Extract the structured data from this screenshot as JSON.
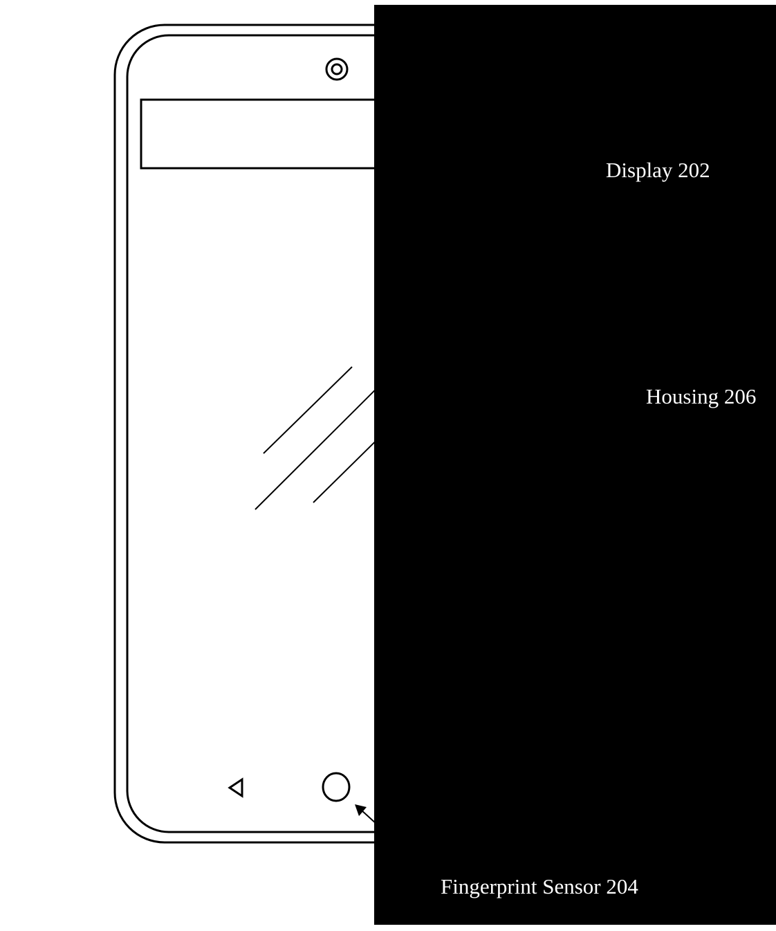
{
  "labels": {
    "display": "Display 202",
    "housing": "Housing 206",
    "fingerprint": "Fingerprint Sensor 204"
  },
  "icons": [
    "camera-icon",
    "microphone-icon",
    "back-icon",
    "home-icon",
    "recents-icon"
  ],
  "colors": {
    "background": "#ffffff",
    "inverted_panel": "#000000",
    "line": "#000000"
  }
}
